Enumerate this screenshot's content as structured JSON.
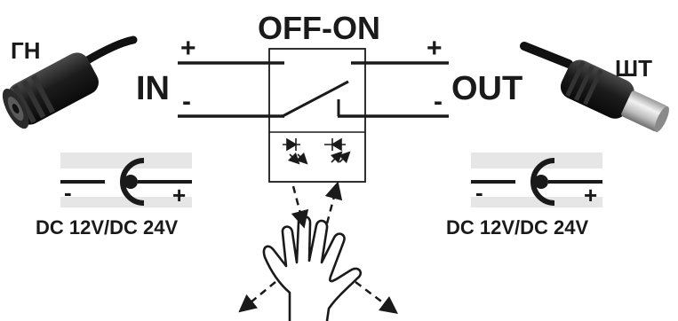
{
  "switch_label": "OFF-ON",
  "input": {
    "label": "IN",
    "plus": "+",
    "minus": "-"
  },
  "output": {
    "label": "OUT",
    "plus": "+",
    "minus": "-"
  },
  "left_connector": {
    "label": "ГН",
    "voltage": "DC 12V/DC 24V",
    "pol_minus": "-",
    "pol_plus": "+"
  },
  "right_connector": {
    "label": "ШТ",
    "voltage": "DC 12V/DC 24V",
    "pol_minus": "-",
    "pol_plus": "+"
  },
  "colors": {
    "ink": "#1a1a1a",
    "plug_body": "#222222",
    "metal": "#c8c8c8",
    "band": "#e6e6e6"
  }
}
